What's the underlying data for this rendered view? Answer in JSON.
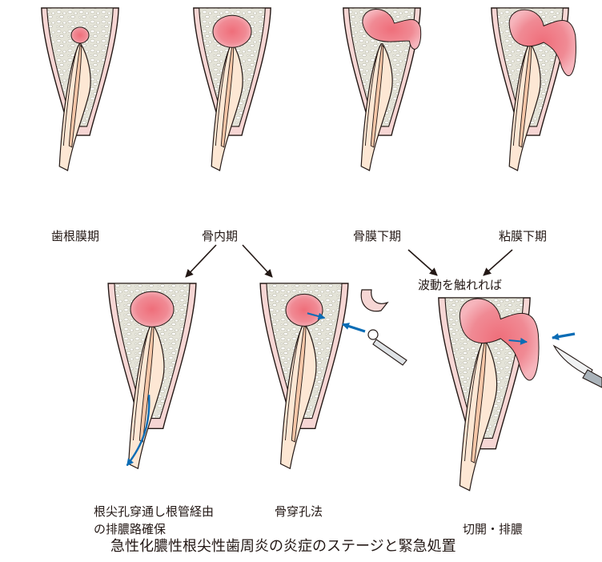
{
  "stages": [
    {
      "id": "periodontal",
      "label": "歯根膜期"
    },
    {
      "id": "intraosseous",
      "label": "骨内期"
    },
    {
      "id": "subperiosteal",
      "label": "骨膜下期"
    },
    {
      "id": "submucosal",
      "label": "粘膜下期"
    }
  ],
  "treatments": {
    "root_canal": {
      "line1": "根尖孔穿通し根管経由",
      "line2": "の排膿路確保"
    },
    "bone_trephination": {
      "label": "骨穿孔法"
    },
    "incision": {
      "condition": "波動を触れれば",
      "label": "切開・排膿"
    }
  },
  "title": "急性化膿性根尖性歯周炎の炎症のステージと緊急処置",
  "colors": {
    "bone": "#e4e3d8",
    "gingiva": "#f6d6d4",
    "root": "#fde7d4",
    "pulp": "#f6c7a8",
    "lesion": "#ef6e7a",
    "arrow_blue": "#0a6cb5",
    "line": "#231815"
  }
}
